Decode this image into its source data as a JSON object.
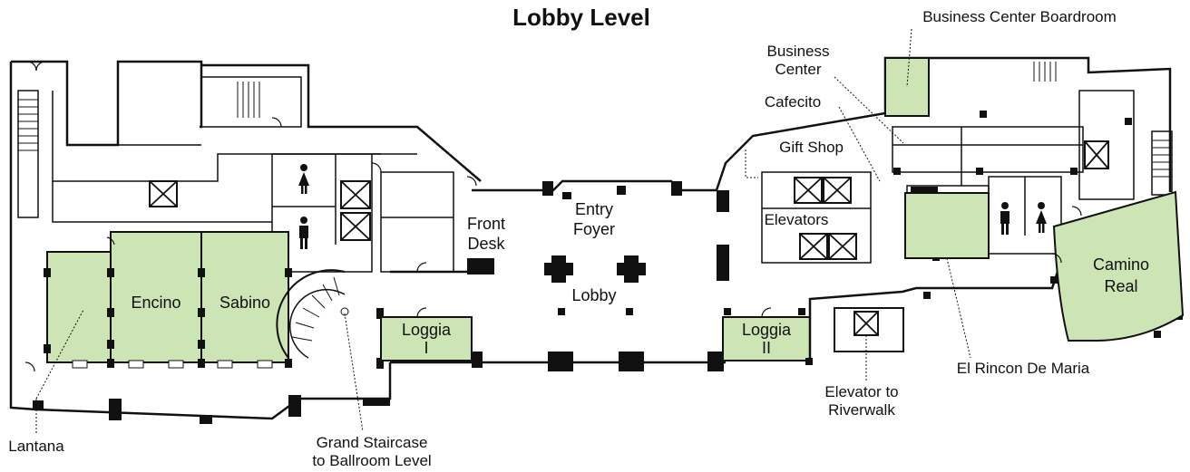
{
  "title": "Lobby Level",
  "colors": {
    "meeting_room": "#cde4b4",
    "walls": "#111111",
    "background": "#ffffff"
  },
  "rooms": {
    "encino": "Encino",
    "sabino": "Sabino",
    "loggia_1_a": "Loggia",
    "loggia_1_b": "I",
    "loggia_2_a": "Loggia",
    "loggia_2_b": "II",
    "camino_real_a": "Camino",
    "camino_real_b": "Real"
  },
  "labels": {
    "front_desk_a": "Front",
    "front_desk_b": "Desk",
    "entry_foyer_a": "Entry",
    "entry_foyer_b": "Foyer",
    "lobby": "Lobby",
    "elevators": "Elevators",
    "gift_shop": "Gift Shop",
    "cafecito": "Cafecito",
    "business_center_a": "Business",
    "business_center_b": "Center",
    "business_center_boardroom": "Business Center Boardroom",
    "el_rincon": "El Rincon De Maria",
    "elevator_riverwalk_a": "Elevator to",
    "elevator_riverwalk_b": "Riverwalk",
    "grand_staircase_a": "Grand Staircase",
    "grand_staircase_b": "to Ballroom Level",
    "lantana": "Lantana"
  },
  "icons": [
    "restroom-women-icon",
    "restroom-men-icon",
    "elevator-icon",
    "stairs-icon"
  ]
}
